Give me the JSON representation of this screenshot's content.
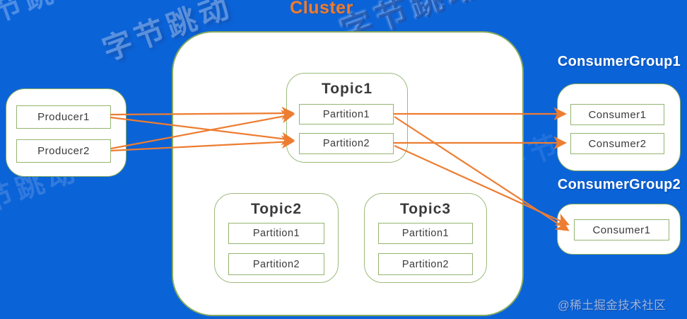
{
  "colors": {
    "background": "#0b63d8",
    "accent_orange": "#ed7d31",
    "box_border_green": "#94b470",
    "box_text": "#3b3b3b",
    "group_label_text": "#ffffff"
  },
  "cluster": {
    "title": "Cluster",
    "topics": [
      {
        "name": "Topic1",
        "partitions": [
          "Partition1",
          "Partition2"
        ]
      },
      {
        "name": "Topic2",
        "partitions": [
          "Partition1",
          "Partition2"
        ]
      },
      {
        "name": "Topic3",
        "partitions": [
          "Partition1",
          "Partition2"
        ]
      }
    ]
  },
  "producers": {
    "items": [
      "Producer1",
      "Producer2"
    ]
  },
  "consumer_groups": [
    {
      "name": "ConsumerGroup1",
      "consumers": [
        "Consumer1",
        "Consumer2"
      ]
    },
    {
      "name": "ConsumerGroup2",
      "consumers": [
        "Consumer1"
      ]
    }
  ],
  "watermark": {
    "text": "字节跳动"
  },
  "credit": "@稀土掘金技术社区"
}
